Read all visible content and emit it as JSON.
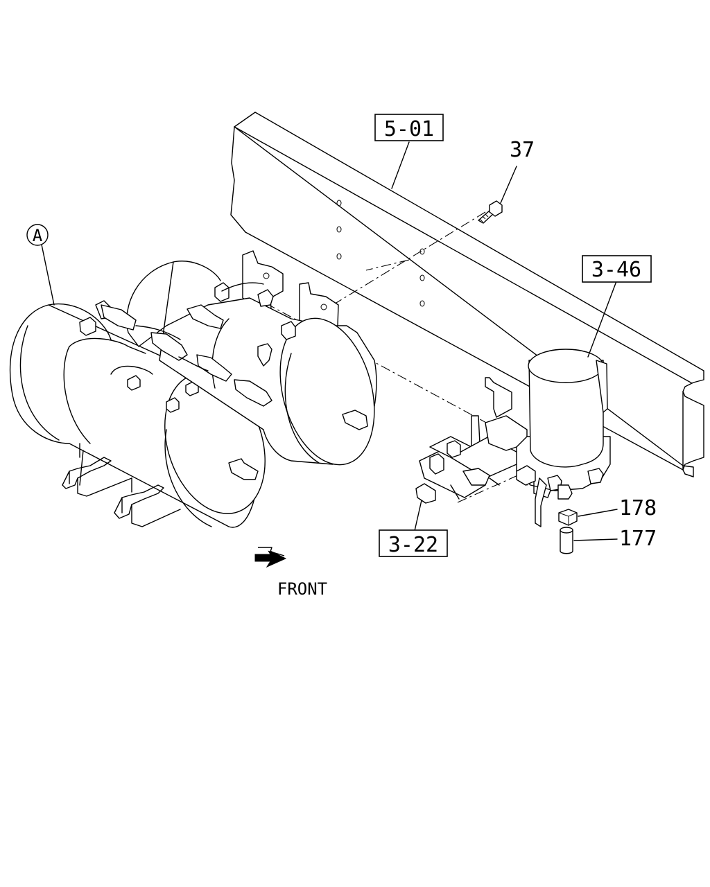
{
  "labels": {
    "ref_5_01": "5-01",
    "ref_3_46": "3-46",
    "ref_3_22": "3-22",
    "part_37": "37",
    "part_178": "178",
    "part_177": "177",
    "view_a": "A",
    "front": "FRONT"
  }
}
